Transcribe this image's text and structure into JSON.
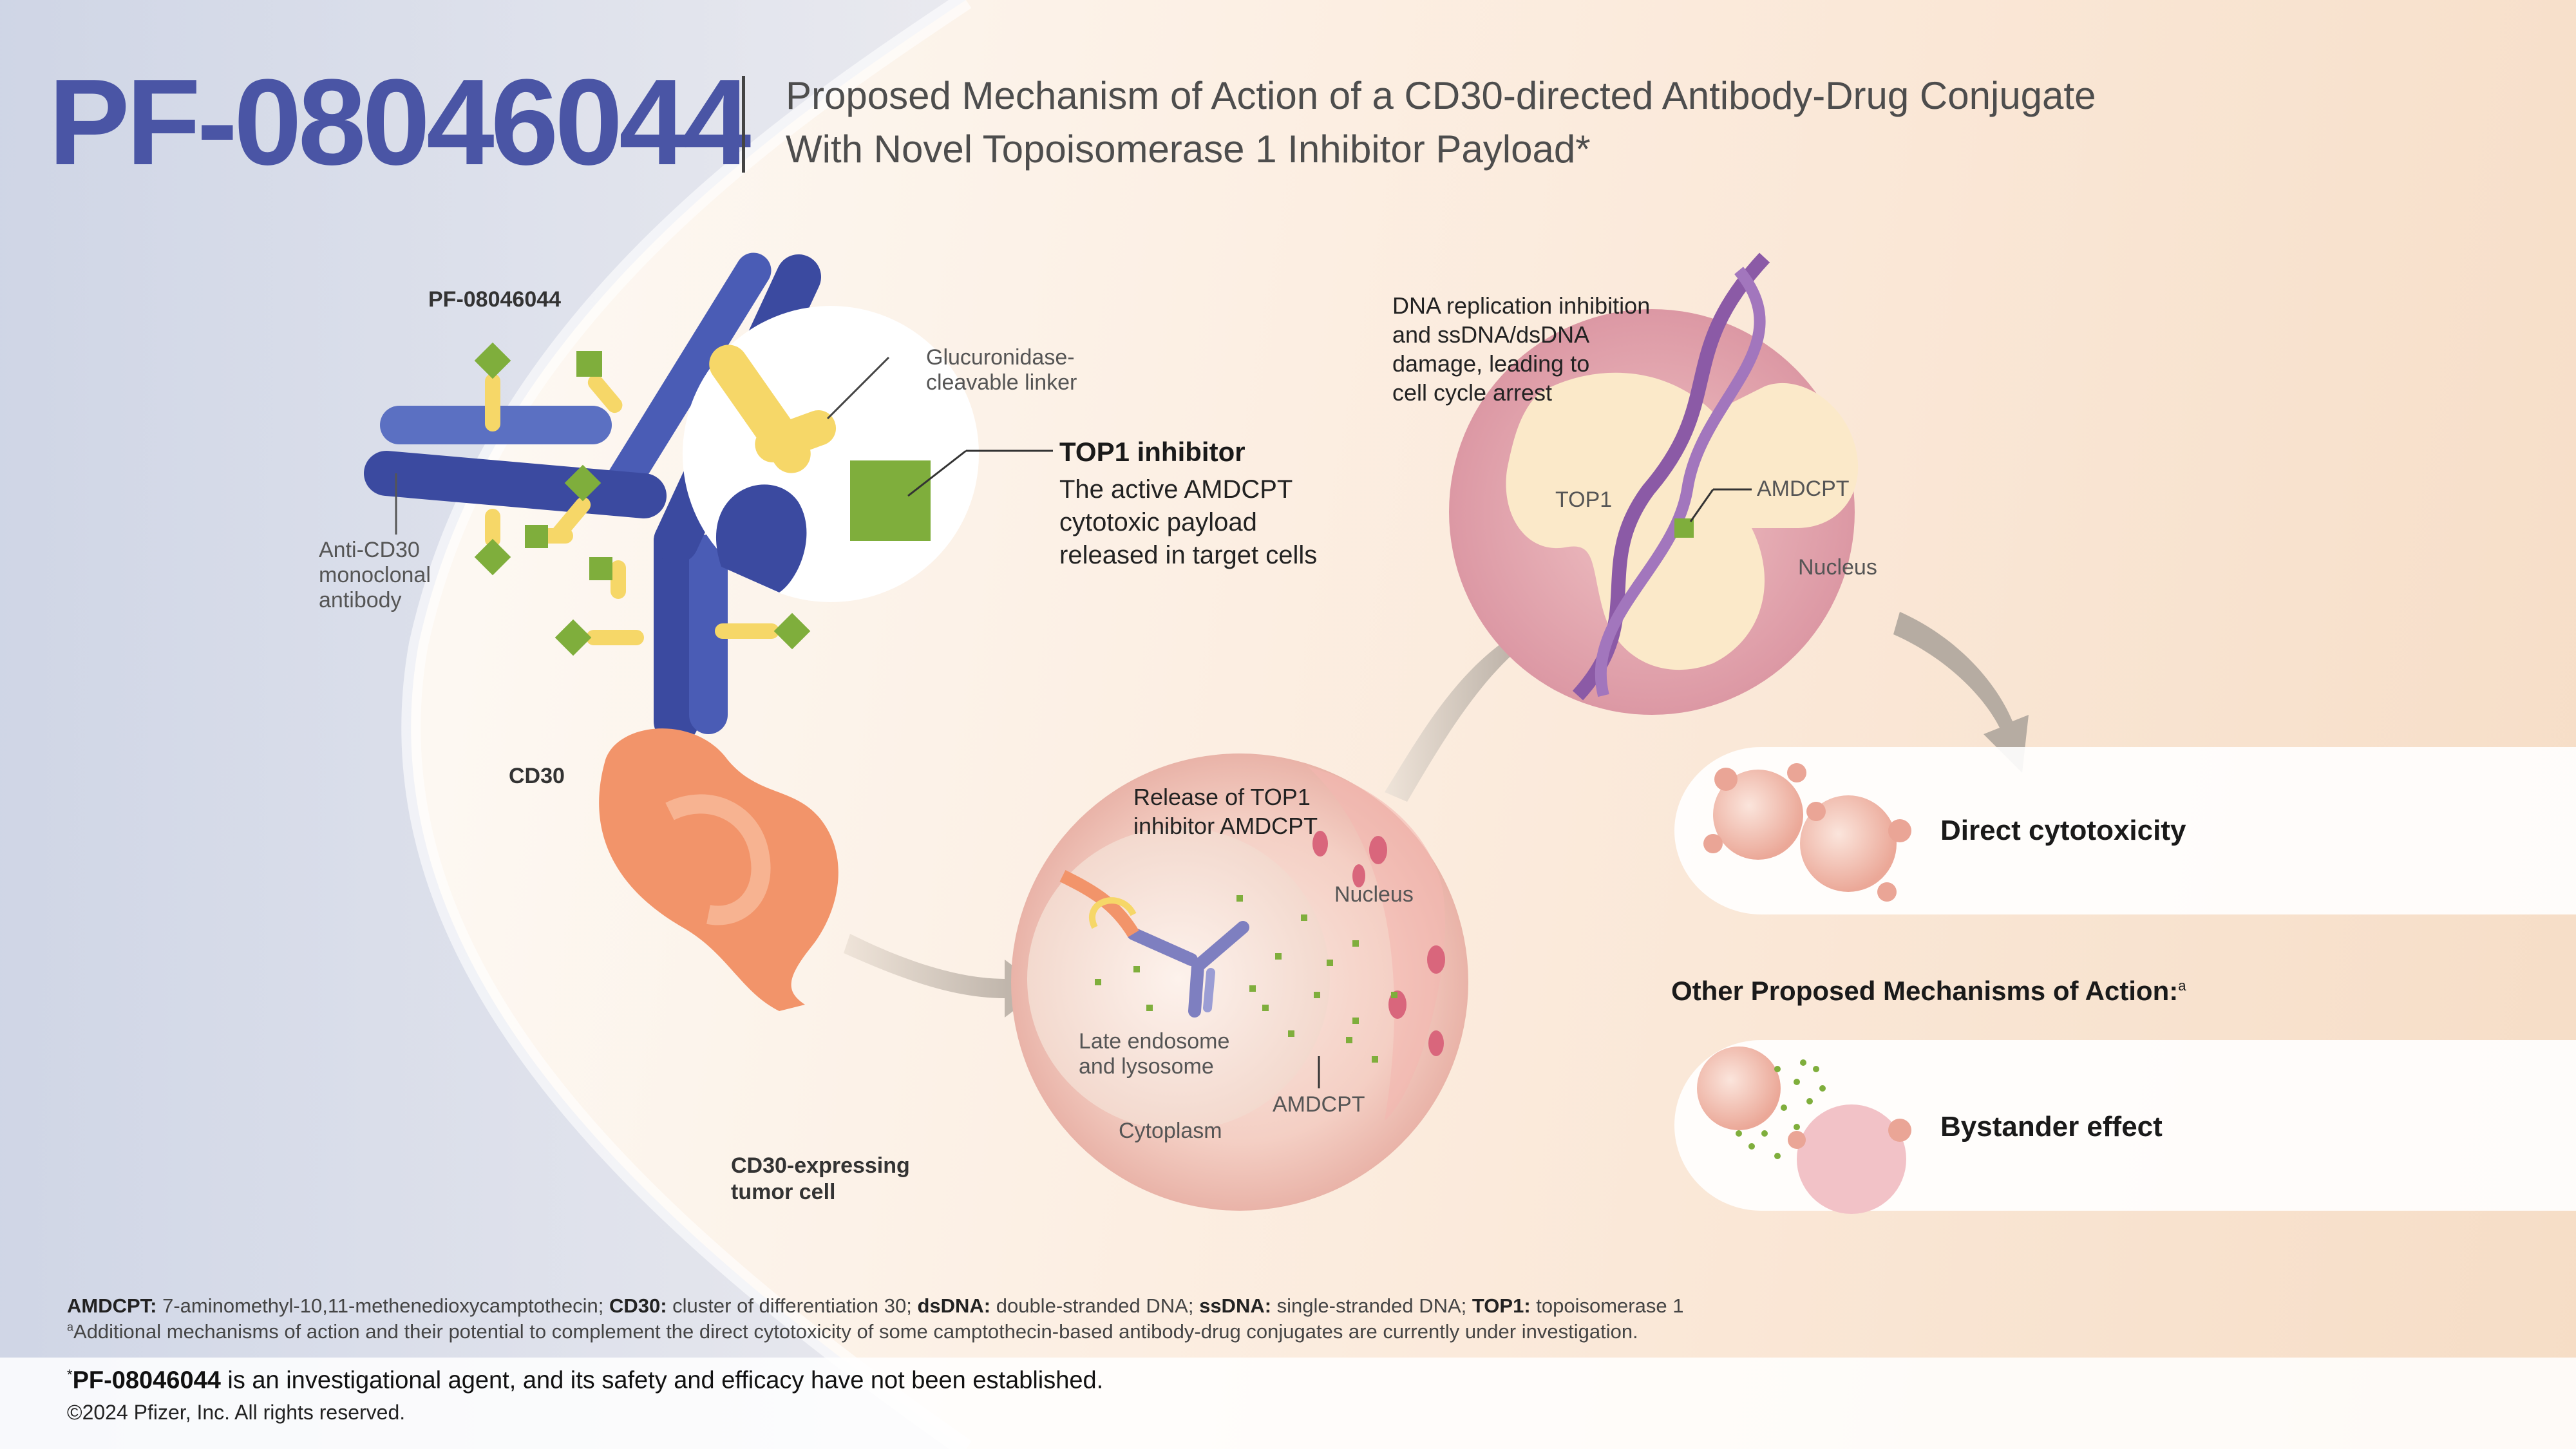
{
  "header": {
    "brand": "PF-08046044",
    "title_line1": "Proposed Mechanism of Action of a CD30-directed Antibody-Drug Conjugate",
    "title_line2": "With Novel Topoisomerase 1 Inhibitor Payload*"
  },
  "adc": {
    "name": "PF-08046044",
    "linker_line1": "Glucuronidase-",
    "linker_line2": "cleavable linker",
    "antibody_line1": "Anti-CD30",
    "antibody_line2": "monoclonal",
    "antibody_line3": "antibody",
    "cd30": "CD30",
    "tumor_line1": "CD30-expressing",
    "tumor_line2": "tumor cell"
  },
  "top1": {
    "heading": "TOP1 inhibitor",
    "desc_line1": "The active AMDCPT",
    "desc_line2": "cytotoxic payload",
    "desc_line3": "released in target cells"
  },
  "cell": {
    "release_line1": "Release of TOP1",
    "release_line2": "inhibitor AMDCPT",
    "nucleus": "Nucleus",
    "endosome_line1": "Late endosome",
    "endosome_line2": "and lysosome",
    "amdcpt": "AMDCPT",
    "cytoplasm": "Cytoplasm"
  },
  "nucleus_zoom": {
    "line1": "DNA replication inhibition",
    "line2": "and ssDNA/dsDNA",
    "line3": "damage, leading to",
    "line4": "cell cycle arrest",
    "top1": "TOP1",
    "amdcpt": "AMDCPT",
    "nucleus": "Nucleus"
  },
  "outcomes": {
    "direct": "Direct cytotoxicity",
    "other_heading": "Other Proposed Mechanisms of Action:",
    "other_sup": "a",
    "bystander": "Bystander effect"
  },
  "footer": {
    "abbr": [
      {
        "term": "AMDCPT:",
        "def": " 7-aminomethyl-10,11-methenedioxycamptothecin; "
      },
      {
        "term": "CD30:",
        "def": " cluster of differentiation 30; "
      },
      {
        "term": "dsDNA:",
        "def": " double-stranded DNA; "
      },
      {
        "term": "ssDNA:",
        "def": " single-stranded DNA; "
      },
      {
        "term": "TOP1:",
        "def": " topoisomerase 1"
      }
    ],
    "note_sup": "a",
    "note": "Additional mechanisms of action and their potential to complement the direct cytotoxicity of some camptothecin-based antibody-drug conjugates are currently under investigation.",
    "disclaimer_star": "*",
    "disclaimer_bold": "PF-08046044",
    "disclaimer_rest": " is an investigational agent, and its safety and efficacy have not been established.",
    "copyright": "©2024 Pfizer, Inc. All rights reserved."
  },
  "colors": {
    "brand_blue": "#4a55a5",
    "antibody_blue": "#3f4fa8",
    "linker_yellow": "#f6d768",
    "payload_green": "#7fae3c",
    "cd30_orange": "#f2946a",
    "dna_purple": "#8b5aa6"
  }
}
